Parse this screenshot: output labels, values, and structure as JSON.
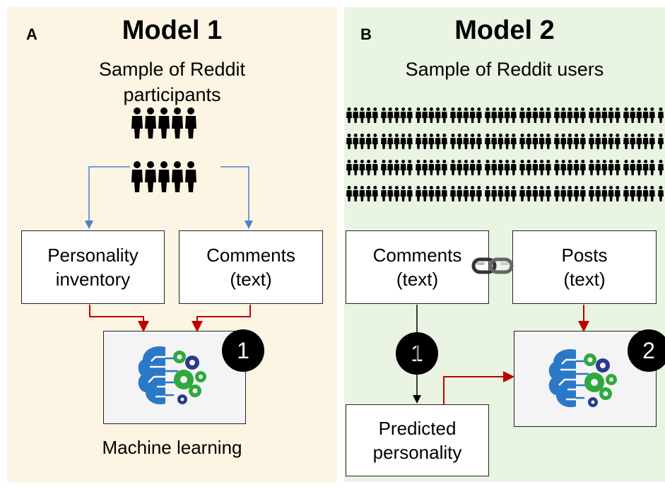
{
  "panel_a": {
    "letter": "A",
    "title": "Model 1",
    "subtitle": "Sample of Reddit\nparticipants",
    "box_left": "Personality\ninventory",
    "box_right": "Comments\n(text)",
    "badge": "1",
    "caption": "Machine learning"
  },
  "panel_b": {
    "letter": "B",
    "title": "Model 2",
    "subtitle": "Sample of Reddit users",
    "box_left": "Comments\n(text)",
    "box_right": "Posts\n(text)",
    "box_bottom": "Predicted\npersonality",
    "badge_1": "1",
    "badge_2": "2"
  },
  "colors": {
    "panel_a_bg": "#fdf5e3",
    "panel_b_bg": "#e9f4e3",
    "blue_arrow": "#4a7fd4",
    "red_arrow": "#c00000",
    "brain_blue": "#2a78c8",
    "gear_green": "#2eaa3c",
    "gear_navy": "#2a3a8a"
  },
  "icons": [
    "people-icon",
    "crowd-icon",
    "brain-gears-icon",
    "chain-link-icon"
  ]
}
